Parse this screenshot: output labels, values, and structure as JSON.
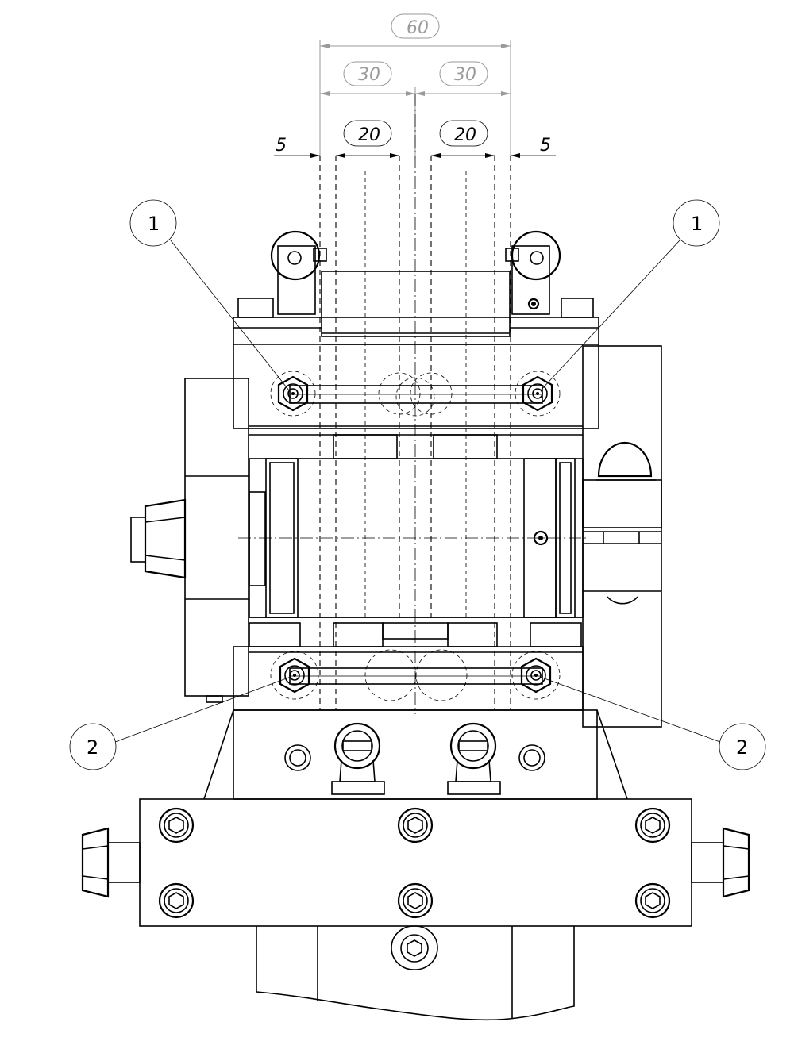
{
  "dimensions": {
    "overall": "60",
    "left_half": "30",
    "right_half": "30",
    "left_width": "20",
    "right_width": "20",
    "left_offset": "5",
    "right_offset": "5"
  },
  "callouts": {
    "top_left": "1",
    "top_right": "1",
    "bottom_left": "2",
    "bottom_right": "2"
  },
  "colors": {
    "line": "#000000",
    "reference_dimension": "#9a9a9a",
    "background": "#ffffff"
  }
}
